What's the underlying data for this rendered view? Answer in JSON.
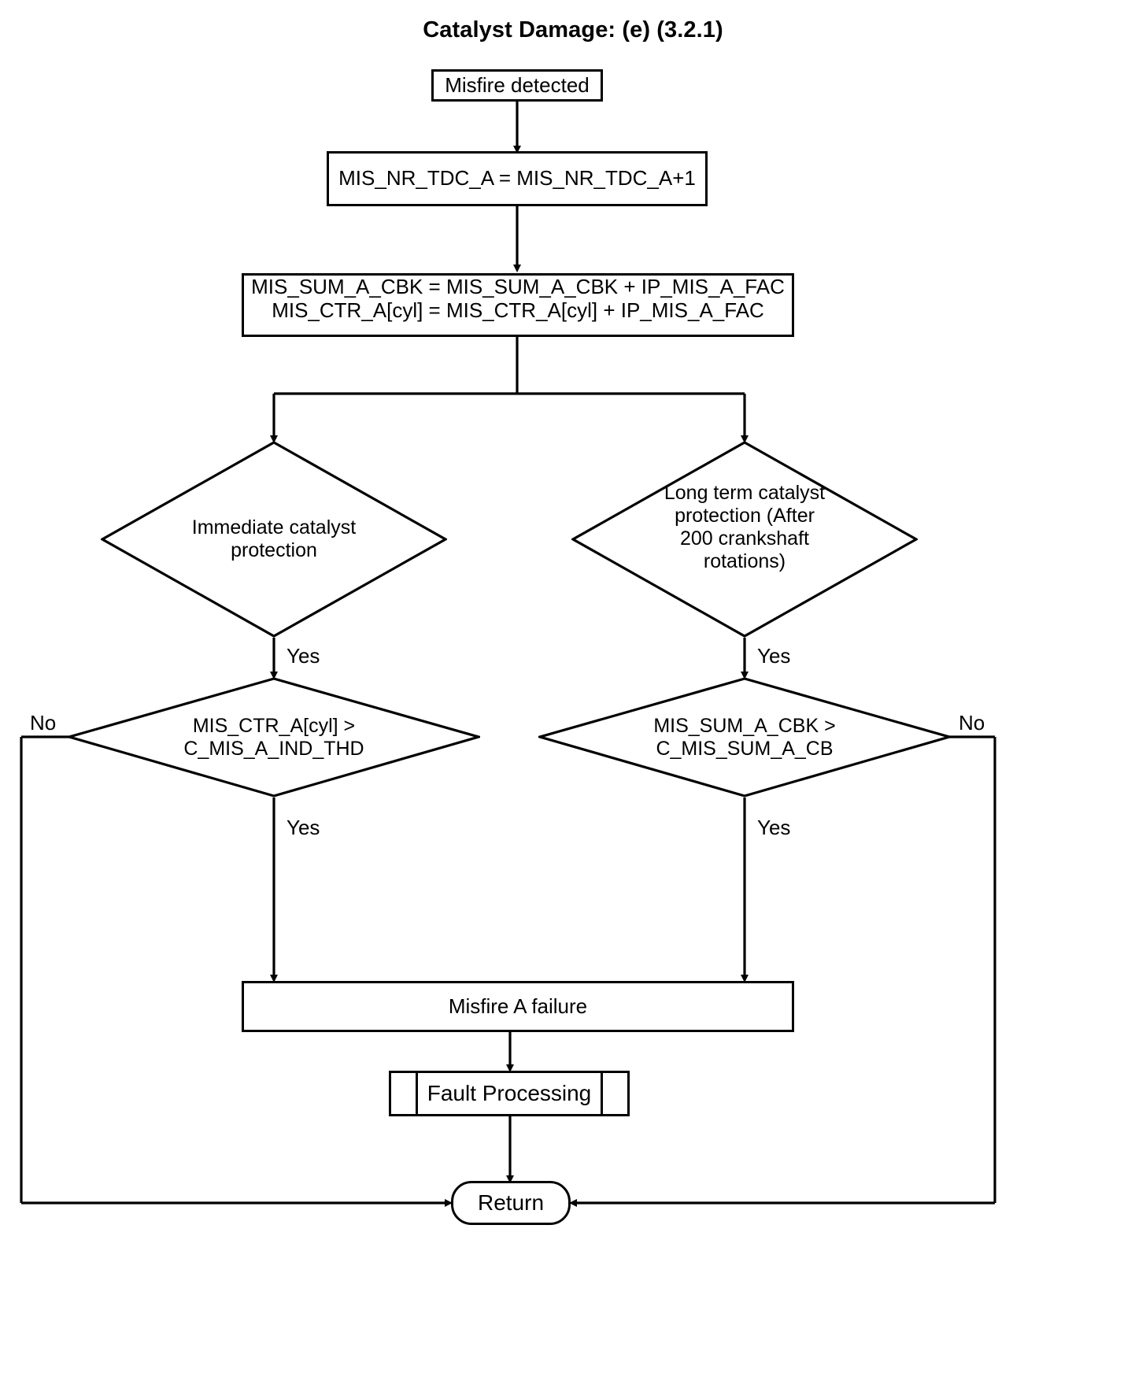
{
  "diagram": {
    "title": "Catalyst Damage: (e) (3.2.1)",
    "type": "flowchart",
    "stroke_color": "#000000",
    "background_color": "#ffffff"
  },
  "nodes": {
    "start": {
      "shape": "rectangle",
      "label": "Misfire detected"
    },
    "increment_tdc": {
      "shape": "rectangle",
      "label": "MIS_NR_TDC_A = MIS_NR_TDC_A+1"
    },
    "accumulate": {
      "shape": "rectangle",
      "line1": "MIS_SUM_A_CBK = MIS_SUM_A_CBK + IP_MIS_A_FAC",
      "line2": "MIS_CTR_A[cyl] = MIS_CTR_A[cyl] + IP_MIS_A_FAC"
    },
    "immediate_protection": {
      "shape": "diamond",
      "line1": "Immediate catalyst",
      "line2": "protection"
    },
    "long_term_protection": {
      "shape": "diamond",
      "line1": "Long term catalyst",
      "line2": "protection (After",
      "line3": "200 crankshaft",
      "line4": "rotations)"
    },
    "ctr_threshold": {
      "shape": "diamond",
      "line1": "MIS_CTR_A[cyl] >",
      "line2": "C_MIS_A_IND_THD"
    },
    "sum_threshold": {
      "shape": "diamond",
      "line1": "MIS_SUM_A_CBK >",
      "line2": "C_MIS_SUM_A_CB"
    },
    "misfire_failure": {
      "shape": "rectangle",
      "label": "Misfire A failure"
    },
    "fault_processing": {
      "shape": "predefined-process",
      "label": "Fault Processing"
    },
    "return": {
      "shape": "terminator",
      "label": "Return"
    }
  },
  "edge_labels": {
    "immediate_yes": "Yes",
    "long_term_yes": "Yes",
    "ctr_no": "No",
    "ctr_yes": "Yes",
    "sum_no": "No",
    "sum_yes": "Yes"
  }
}
